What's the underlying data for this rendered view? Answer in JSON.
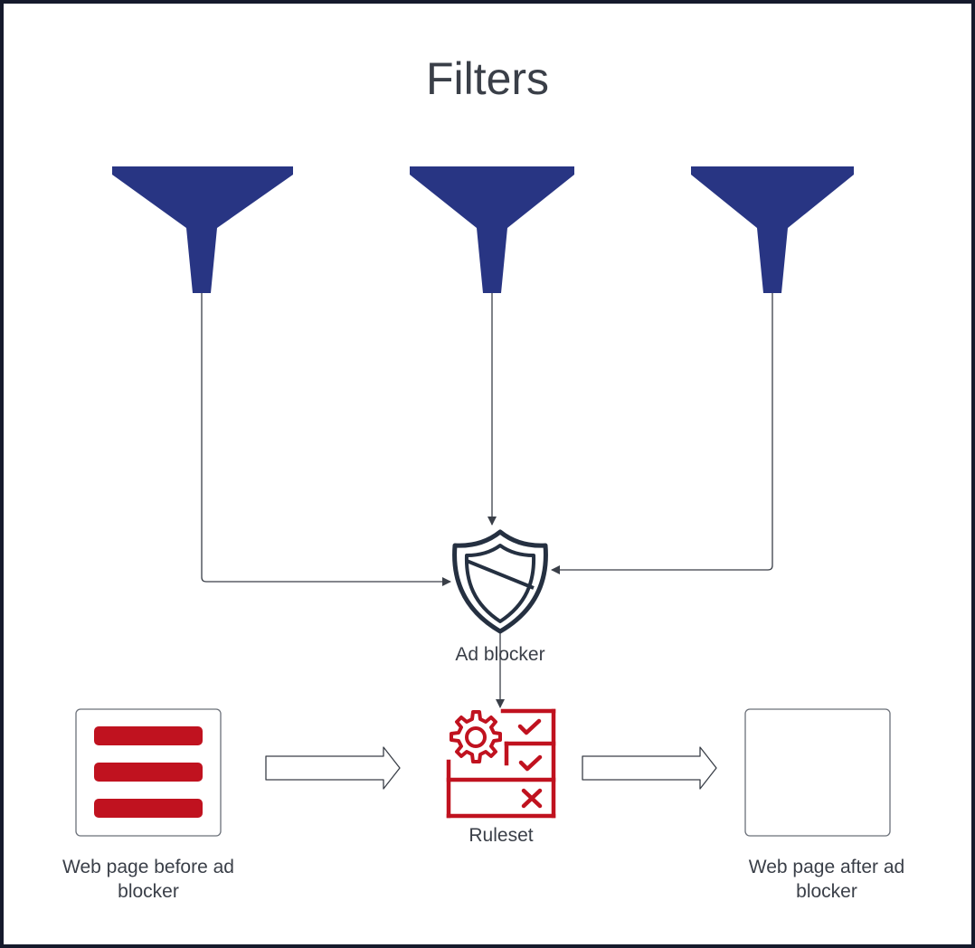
{
  "title": "Filters",
  "nodes": {
    "filter_icon": "funnel-icon",
    "adblocker": {
      "label": "Ad blocker",
      "icon": "shield-icon"
    },
    "ruleset": {
      "label": "Ruleset",
      "icon": "ruleset-checklist-icon"
    },
    "page_before": {
      "label": "Web page before ad blocker",
      "icon": "web-page-with-ads-icon"
    },
    "page_after": {
      "label": "Web page after ad blocker",
      "icon": "blank-web-page-icon"
    }
  },
  "colors": {
    "funnel": "#283583",
    "shield": "#253041",
    "ruleset": "#c0121f",
    "ad_bars": "#c0121f",
    "lines": "#3a3f48",
    "text": "#3a3f48",
    "frame": "#151a2c"
  }
}
